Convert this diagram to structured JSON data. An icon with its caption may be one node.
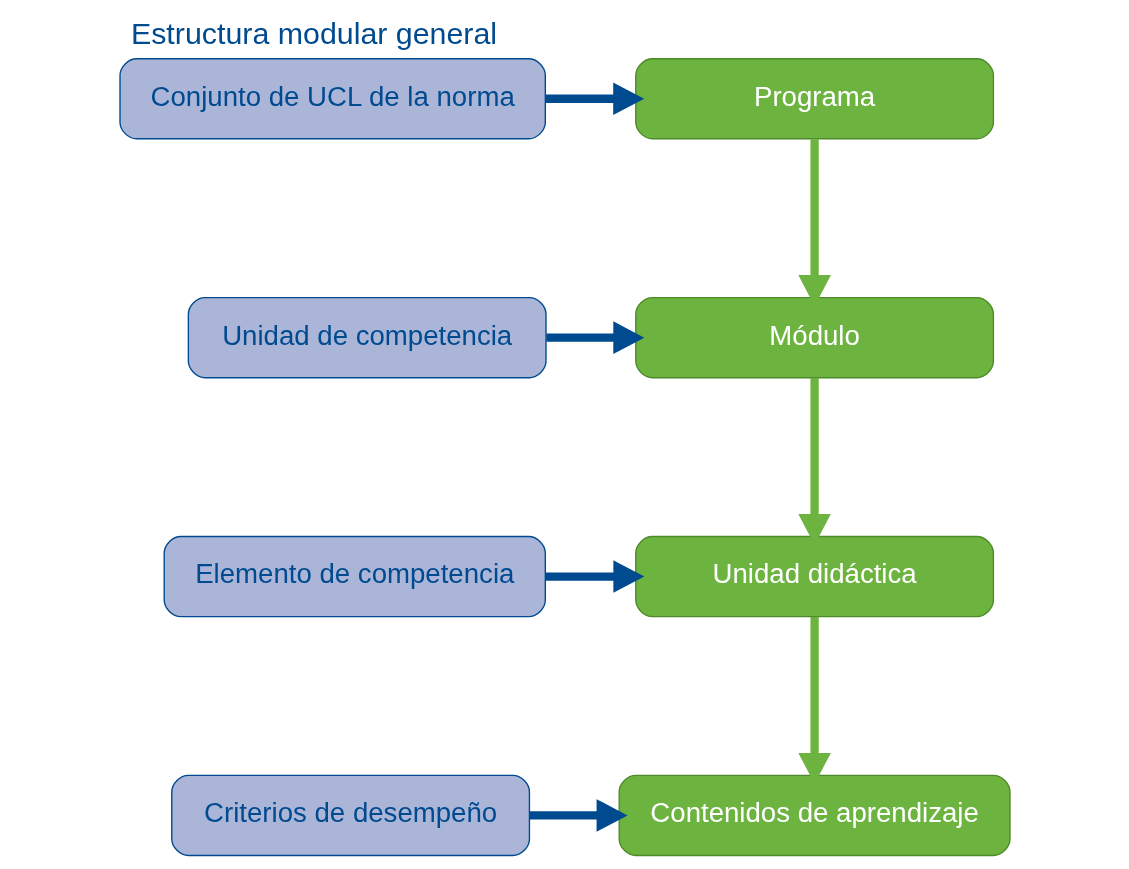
{
  "diagram": {
    "title": "Estructura modular general",
    "nodes": [
      {
        "text": [
          "Conjunto de UCL de la norma"
        ]
      },
      {
        "text": [
          "Unidad de competencia"
        ]
      },
      {
        "text": [
          "Elemento de competencia"
        ]
      },
      {
        "text": [
          "Criterios de desempeño"
        ]
      },
      {
        "text": [
          "Programa"
        ]
      },
      {
        "text": [
          "Módulo"
        ]
      },
      {
        "text": [
          "Unidad didáctica"
        ]
      },
      {
        "text": [
          "Contenidos de aprendizaje"
        ]
      }
    ],
    "edges": [
      {
        "from": 0,
        "to": 4,
        "arrow": "to"
      },
      {
        "from": 4,
        "to": 5,
        "arrow": "to",
        "color": "#6db33f"
      },
      {
        "from": 1,
        "to": 5,
        "arrow": "to"
      },
      {
        "from": 5,
        "to": 6,
        "arrow": "to",
        "color": "#6db33f"
      },
      {
        "from": 2,
        "to": 6,
        "arrow": "to"
      },
      {
        "from": 6,
        "to": 7,
        "arrow": "to",
        "color": "#6db33f"
      },
      {
        "from": 3,
        "to": 7,
        "arrow": "to"
      }
    ]
  }
}
